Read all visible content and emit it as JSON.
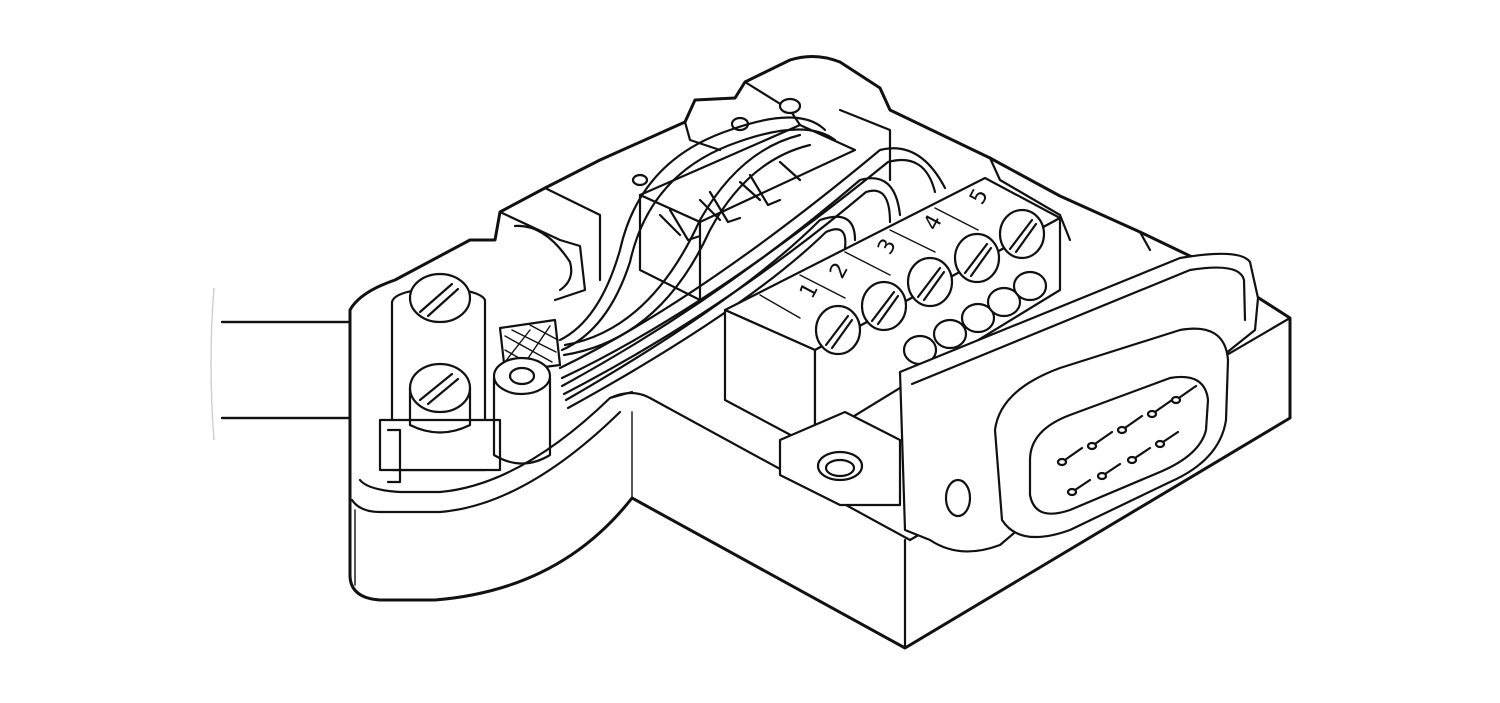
{
  "figure": {
    "terminal_labels": [
      "1",
      "2",
      "3",
      "4",
      "5"
    ]
  },
  "colors": {
    "line": "#111111",
    "background": "#ffffff"
  }
}
